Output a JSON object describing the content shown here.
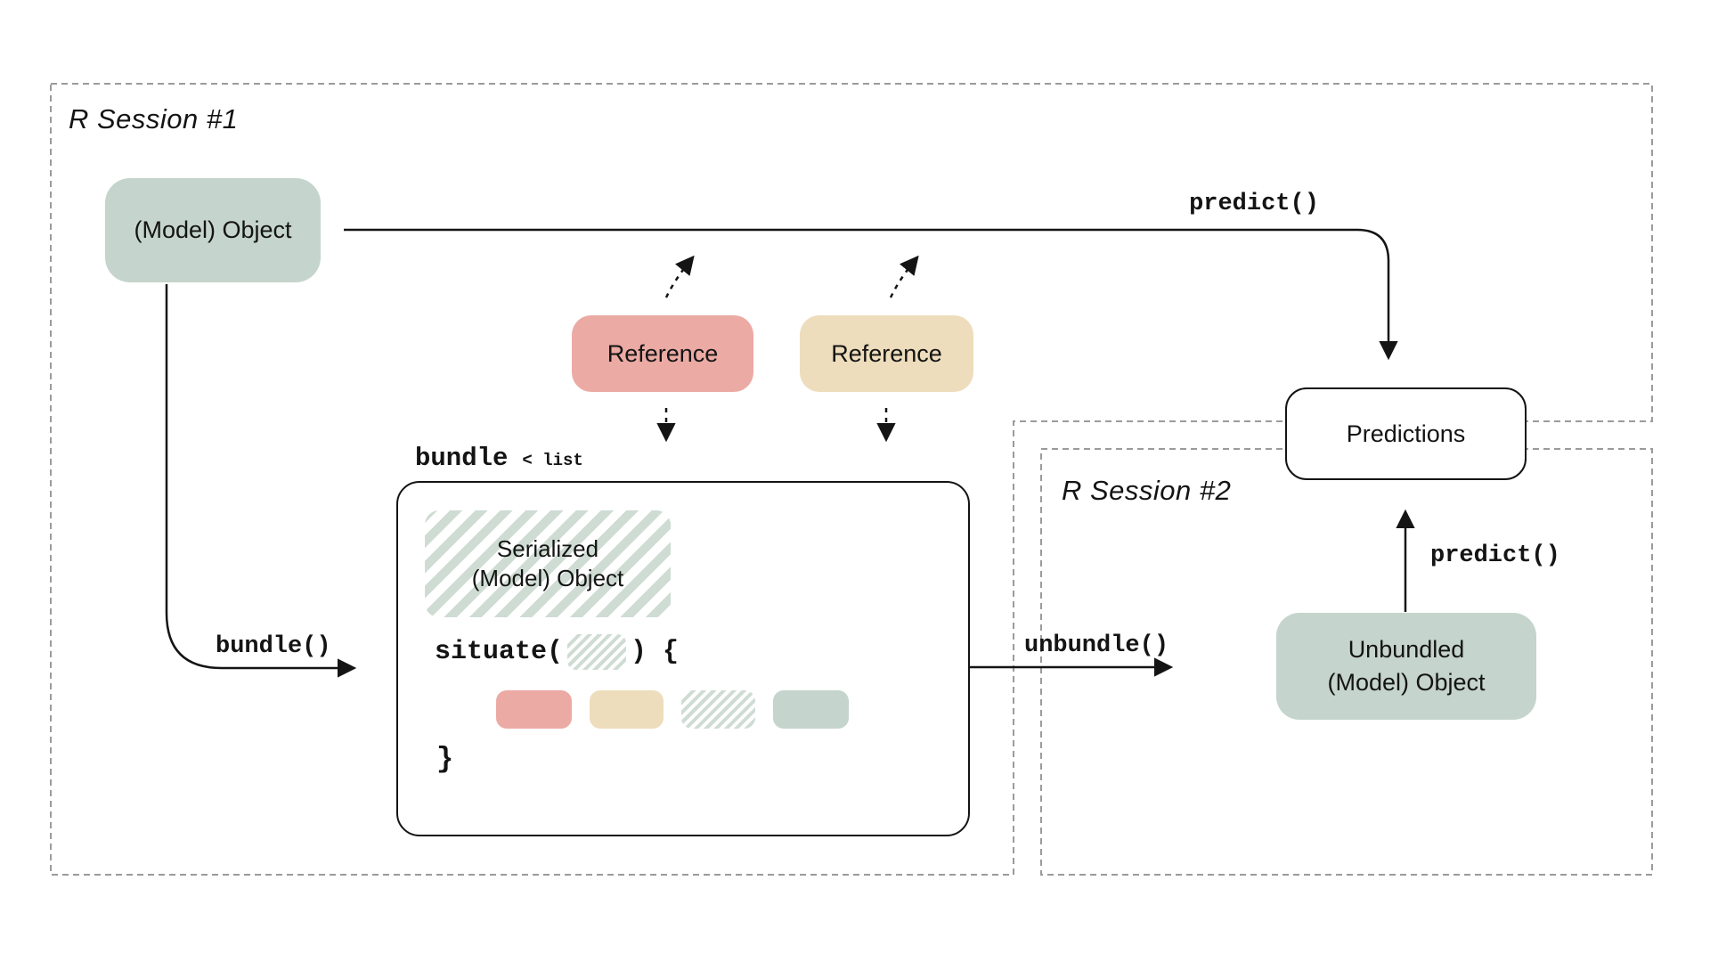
{
  "colors": {
    "sage": "#c5d4cc",
    "pink": "#ecaaa4",
    "tan": "#eeddbc",
    "stripe": "#cfdcd4",
    "ink": "#141414",
    "dash": "#9b9b9b",
    "paper": "#ffffff"
  },
  "sessions": {
    "s1": "R Session #1",
    "s2": "R Session #2"
  },
  "nodes": {
    "model_object": "(Model) Object",
    "reference_1": "Reference",
    "reference_2": "Reference",
    "serialized": {
      "line1": "Serialized",
      "line2": "(Model) Object"
    },
    "predictions": "Predictions",
    "unbundled": {
      "line1": "Unbundled",
      "line2": "(Model) Object"
    }
  },
  "code": {
    "predict_top": "predict()",
    "predict_right": "predict()",
    "bundle_call": "bundle()",
    "unbundle_call": "unbundle()",
    "bundle_name": "bundle",
    "bundle_class": "< list",
    "situate_open": "situate(",
    "situate_close": ") {",
    "closing_brace": "}"
  },
  "bundle_contents": [
    "pink-reference-slot",
    "tan-reference-slot",
    "serialized-slot",
    "model-slot"
  ]
}
